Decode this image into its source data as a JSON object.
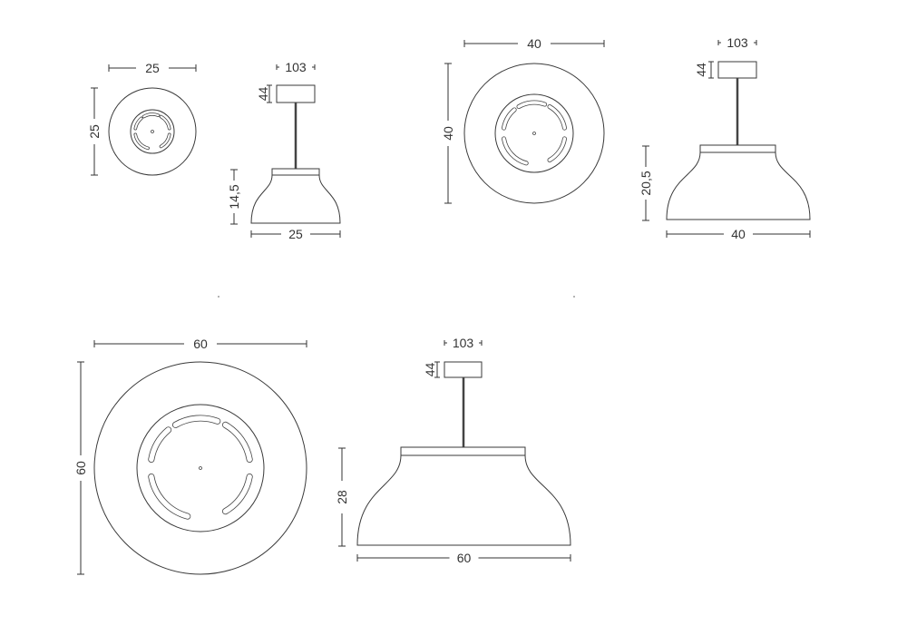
{
  "drawings": [
    {
      "name": "lamp-25",
      "top_width": "25",
      "top_depth": "25",
      "canopy_width": "103",
      "canopy_height": "44",
      "shade_height": "14,5",
      "shade_width": "25"
    },
    {
      "name": "lamp-40",
      "top_width": "40",
      "top_depth": "40",
      "canopy_width": "103",
      "canopy_height": "44",
      "shade_height": "20,5",
      "shade_width": "40"
    },
    {
      "name": "lamp-60",
      "top_width": "60",
      "top_depth": "60",
      "canopy_width": "103",
      "canopy_height": "44",
      "shade_height": "28",
      "shade_width": "60"
    }
  ]
}
